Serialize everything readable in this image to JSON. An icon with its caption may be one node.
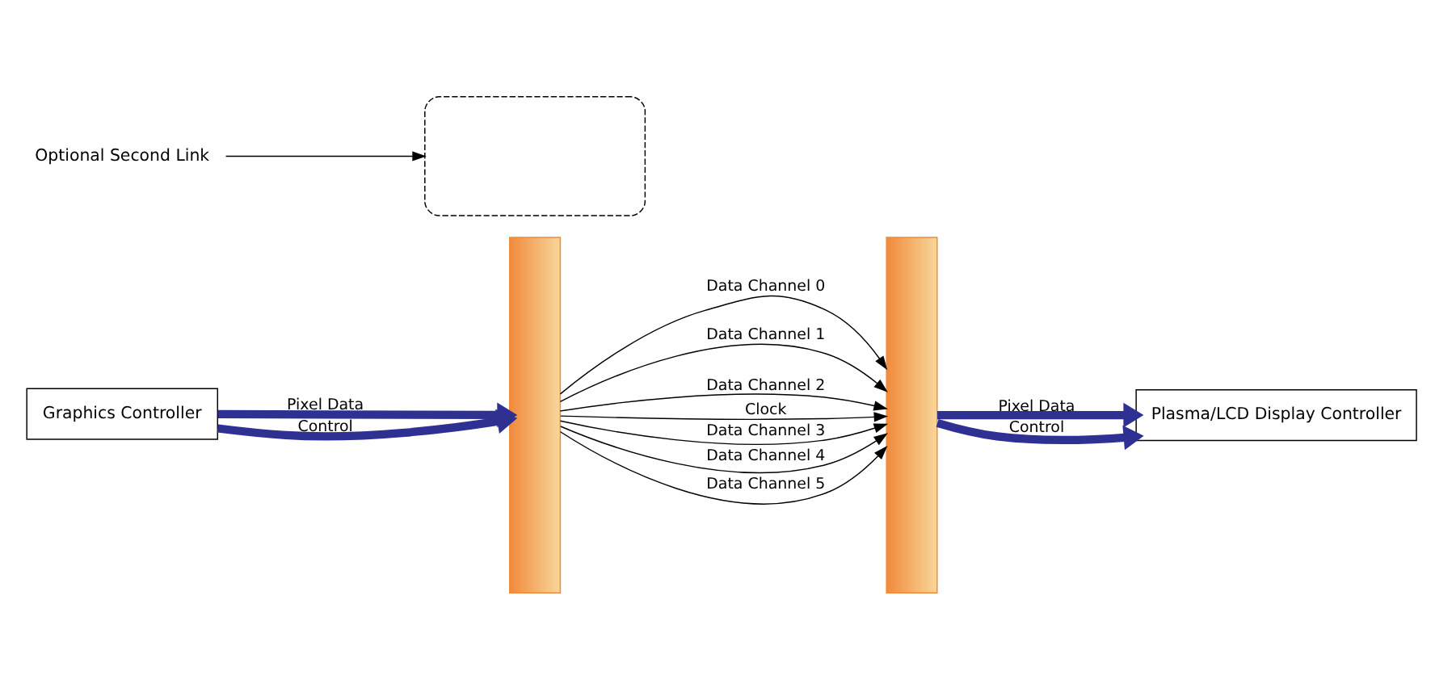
{
  "diagram": {
    "nodes": [
      {
        "text": [
          "Graphics Controller"
        ]
      },
      {
        "text": [],
        "shape": "bar"
      },
      {
        "text": [],
        "shape": "bar"
      },
      {
        "text": [
          "Plasma/LCD Display Controller"
        ]
      },
      {
        "text": [],
        "shape": "box"
      },
      {
        "text": [
          "Optional Second Link"
        ]
      }
    ],
    "edges": [
      {
        "from": 0,
        "to": 1,
        "arrow": "to",
        "label": "Pixel Data",
        "style": "thick",
        "color": "#2e3192"
      },
      {
        "from": 0,
        "to": 1,
        "arrow": "to",
        "label": "Control",
        "style": "thick",
        "color": "#2e3192"
      },
      {
        "from": 1,
        "to": 2,
        "arrow": "to",
        "label": "Data Channel 0"
      },
      {
        "from": 1,
        "to": 2,
        "arrow": "to",
        "label": "Data Channel 1"
      },
      {
        "from": 1,
        "to": 2,
        "arrow": "to",
        "label": "Data Channel 2"
      },
      {
        "from": 1,
        "to": 2,
        "arrow": "to",
        "label": "Clock"
      },
      {
        "from": 1,
        "to": 2,
        "arrow": "to",
        "label": "Data Channel 3"
      },
      {
        "from": 1,
        "to": 2,
        "arrow": "to",
        "label": "Data Channel 4"
      },
      {
        "from": 1,
        "to": 2,
        "arrow": "to",
        "label": "Data Channel 5"
      },
      {
        "from": 2,
        "to": 3,
        "arrow": "to",
        "label": "Pixel Data",
        "style": "thick",
        "color": "#2e3192"
      },
      {
        "from": 2,
        "to": 3,
        "arrow": "to",
        "label": "Control",
        "style": "thick",
        "color": "#2e3192"
      },
      {
        "from": 5,
        "to": 4,
        "arrow": "to"
      }
    ]
  }
}
